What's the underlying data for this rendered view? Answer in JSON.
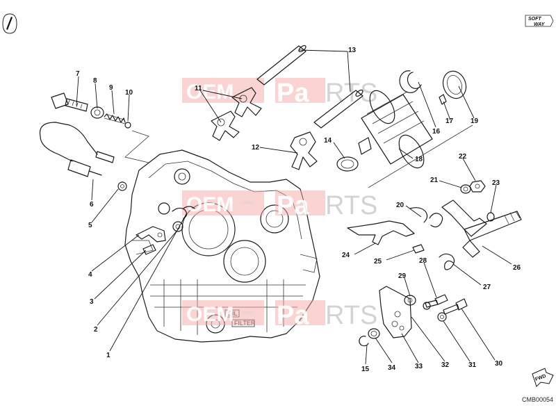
{
  "callouts": [
    {
      "num": "1"
    },
    {
      "num": "2"
    },
    {
      "num": "3"
    },
    {
      "num": "4"
    },
    {
      "num": "5"
    },
    {
      "num": "6"
    },
    {
      "num": "7"
    },
    {
      "num": "8"
    },
    {
      "num": "9"
    },
    {
      "num": "10"
    },
    {
      "num": "11"
    },
    {
      "num": "12"
    },
    {
      "num": "13"
    },
    {
      "num": "14"
    },
    {
      "num": "15"
    },
    {
      "num": "16"
    },
    {
      "num": "17"
    },
    {
      "num": "18"
    },
    {
      "num": "19"
    },
    {
      "num": "20"
    },
    {
      "num": "21"
    },
    {
      "num": "22"
    },
    {
      "num": "23"
    },
    {
      "num": "24"
    },
    {
      "num": "25"
    },
    {
      "num": "26"
    },
    {
      "num": "27"
    },
    {
      "num": "28"
    },
    {
      "num": "29"
    },
    {
      "num": "30"
    },
    {
      "num": "31"
    },
    {
      "num": "32"
    },
    {
      "num": "33"
    },
    {
      "num": "34"
    }
  ],
  "watermark": {
    "brand_left": "OEM",
    "brand_mid": "Pa",
    "brand_right": "RTS",
    "small": "com"
  },
  "logo": {
    "line1": "SOFT",
    "line2": "WAY"
  },
  "fwd_label": "FWD",
  "drawing_code": "CMB00054",
  "case_labels": {
    "oil": "OIL",
    "filter": "FILTER"
  }
}
